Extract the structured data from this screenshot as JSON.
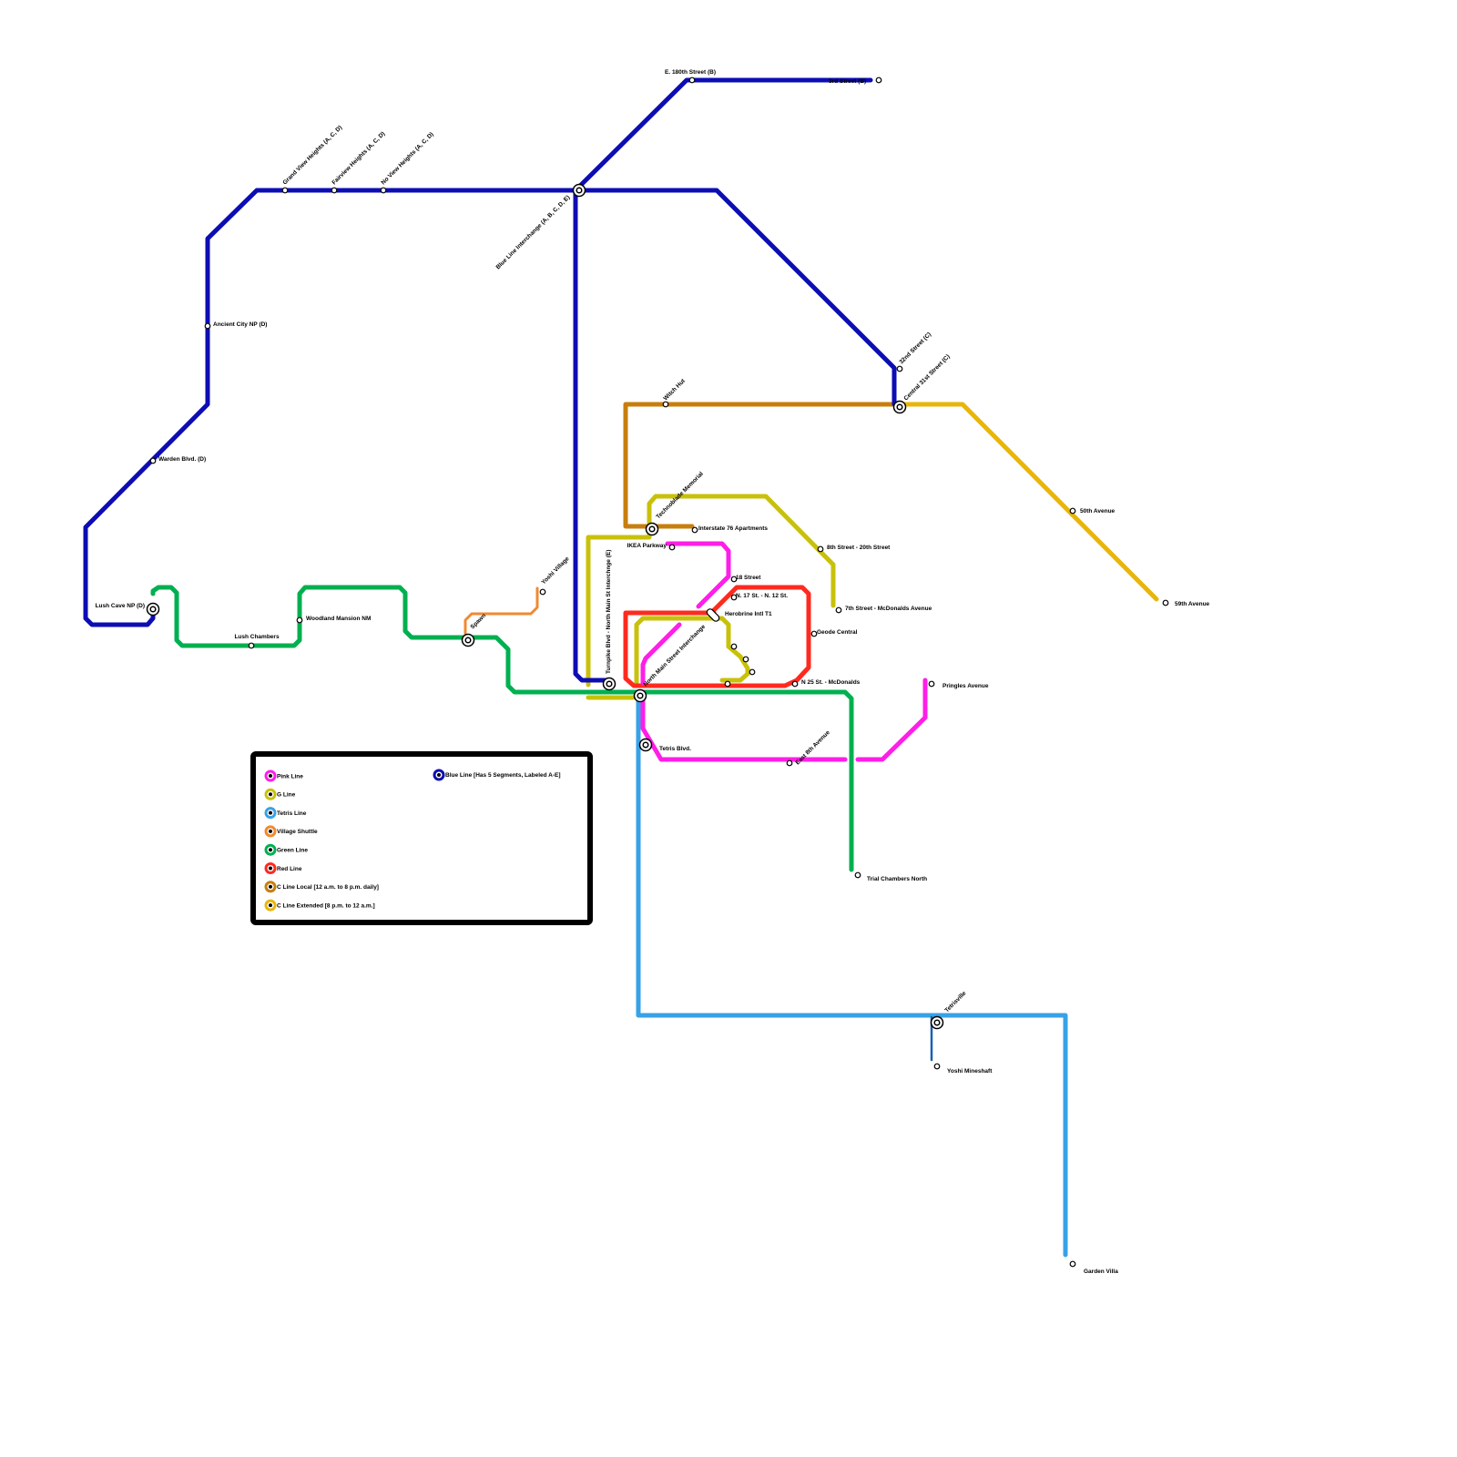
{
  "colors": {
    "blue": "#0d0db4",
    "green": "#00b050",
    "pink": "#ff1ee8",
    "olive": "#c8c10a",
    "tetris": "#37a2e6",
    "orange": "#f08a30",
    "red": "#ff2a1e",
    "brown": "#c87e0d",
    "gold": "#e8b60a",
    "shuttle": "#1a5fb4"
  },
  "stations": {
    "e180": "E. 180th Street (B)",
    "third_st": "3rd Street (B)",
    "grand_view": "Grand View Heights (A, C, D)",
    "fairview": "Fairview Heights (A, C, D)",
    "no_view": "No View Heights (A, C, D)",
    "blue_interchange": "Blue Line Interchange (A, B, C, D, E)",
    "ancient_city": "Ancient City NP (D)",
    "warden": "Warden Blvd. (D)",
    "lush_cave": "Lush Cave NP (D)",
    "lush_chambers": "Lush Chambers",
    "woodland": "Woodland Mansion NM",
    "spawn": "Spawn",
    "yoshi_village": "Yoshi Village",
    "turnpike": "Turnpike Blvd - North Main St Interchnge (E)",
    "north_main": "North Main Street Interchange",
    "witch_hut": "Witch Hut",
    "technoblade": "Technoblade Memorial",
    "interstate76": "Interstate 76 Apartments",
    "ikea": "IKEA Parkway",
    "eighteen": "18 Street",
    "n17": "N. 17 St. - N. 12 St.",
    "herobrine": "Herobrine Intl T1",
    "geode": "Geode Central",
    "n25": "N 25 St. - McDonalds",
    "eighth": "8th Street - 20th Street",
    "seventh": "7th Street - McDonalds Avenue",
    "nd32": "32nd Street (C)",
    "central31": "Central 31st Street (C)",
    "fiftieth": "50th Avenue",
    "fiftyninth": "59th Avenue",
    "pringles": "Pringles Avenue",
    "tetris_blvd": "Tetris Blvd.",
    "east8": "East 8th Avenue",
    "trial": "Trial Chambers North",
    "tetrisville": "Tetrisville",
    "yoshi_mine": "Yoshi Mineshaft",
    "garden": "Garden Villa"
  },
  "legend": {
    "items": [
      {
        "label": "Pink Line",
        "color": "#ff1ee8"
      },
      {
        "label": "G Line",
        "color": "#c8c10a"
      },
      {
        "label": "Tetris Line",
        "color": "#37a2e6"
      },
      {
        "label": "Village Shuttle",
        "color": "#f08a30"
      },
      {
        "label": "Green Line",
        "color": "#00b050"
      },
      {
        "label": "Red Line",
        "color": "#ff2a1e"
      },
      {
        "label": "C Line Local [12 a.m. to 8 p.m. daily]",
        "color": "#c87e0d"
      },
      {
        "label": "C Line Extended [8 p.m. to 12 a.m.]",
        "color": "#e8b60a"
      }
    ],
    "blue_item": {
      "label": "Blue Line [Has 5 Segments, Labeled A-E]",
      "color": "#0d0db4"
    }
  }
}
